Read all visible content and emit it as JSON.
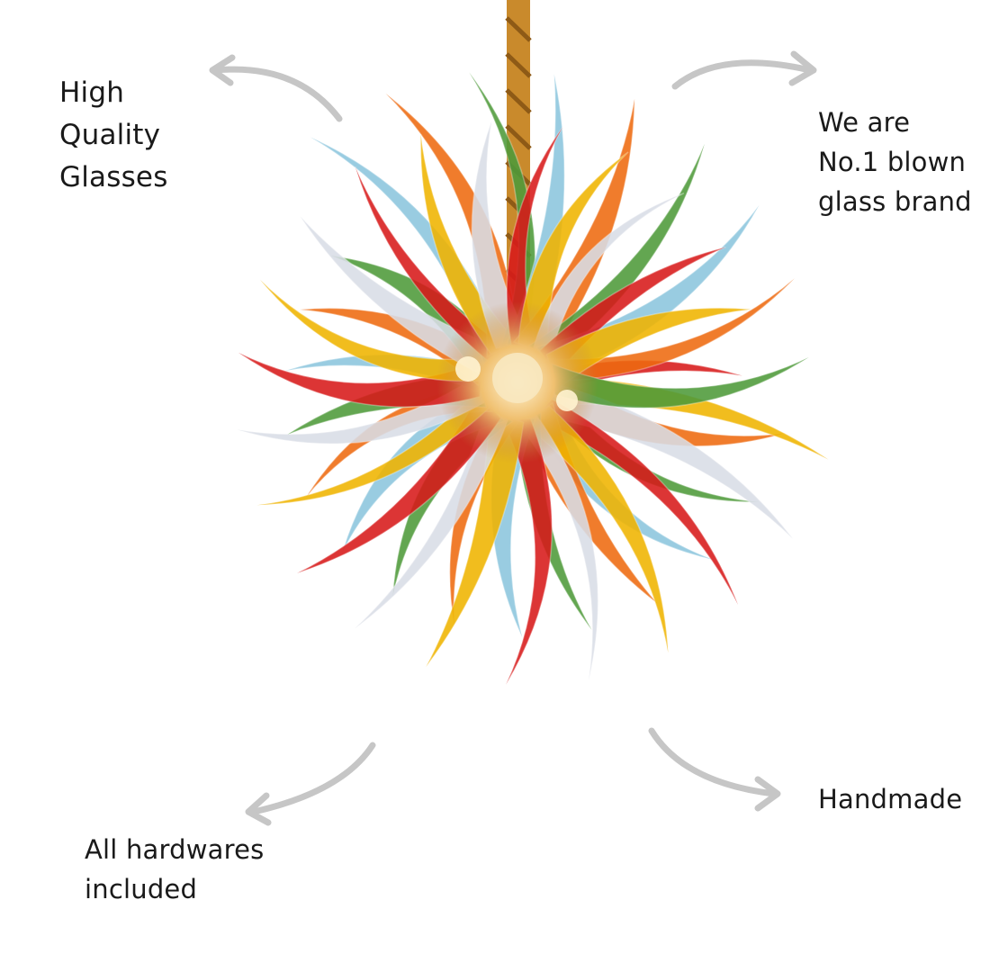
{
  "features": {
    "quality": [
      "High",
      "Quality",
      "Glasses"
    ],
    "brand": [
      "We are",
      "No.1 blown",
      "glass brand"
    ],
    "hardware": [
      "All hardwares",
      "included"
    ],
    "handmade": [
      "Handmade"
    ]
  },
  "colors": {
    "arrow": "#c6c6c6",
    "rope": "#c98a2c",
    "glass_red": "#d81a1a",
    "glass_orange": "#ee6a10",
    "glass_yellow": "#f0b400",
    "glass_green": "#4e9a3a",
    "glass_clear": "#d9dde6",
    "glass_blue": "#8cc6de"
  },
  "icons": [
    "curved-arrow-icon",
    "curved-arrow-icon",
    "curved-arrow-icon",
    "curved-arrow-icon"
  ]
}
